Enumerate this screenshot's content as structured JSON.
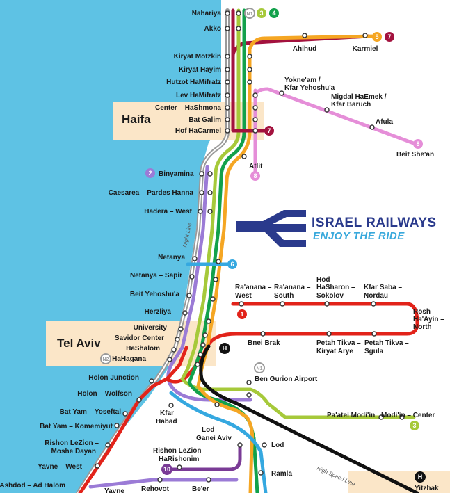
{
  "brand": {
    "title": "ISRAEL RAILWAYS",
    "tagline": "ENJOY THE RIDE"
  },
  "cities": {
    "haifa": "Haifa",
    "tel_aviv": "Tel Aviv"
  },
  "line_badges": {
    "n1": "N1",
    "l2": "2",
    "l3": "3",
    "l4": "4",
    "l5": "5",
    "l6": "6",
    "l7": "7",
    "l8": "8",
    "l1": "1",
    "n2": "N2",
    "l10": "10",
    "h": "H"
  },
  "colors": {
    "sea": "#5ec2e4",
    "line1": "#e2231a",
    "line2": "#9b7bd6",
    "line3": "#a6c93a",
    "line4": "#12a14b",
    "line5": "#f5a623",
    "line6": "#35a8e0",
    "line7": "#a3123e",
    "line8": "#e58ed8",
    "line10": "#7a3b96",
    "night": "#9a9a9a",
    "highspeed": "#111111",
    "city_box": "#fbe6c8",
    "brand_navy": "#2a3a8c",
    "brand_blue": "#39a9dc"
  },
  "stations": {
    "nahariya": "Nahariya",
    "akko": "Akko",
    "ahihud": "Ahihud",
    "karmiel": "Karmiel",
    "kiryat_motzkin": "Kiryat Motzkin",
    "kiryat_hayim": "Kiryat Hayim",
    "hutzot": "Hutzot HaMifratz",
    "lev": "Lev HaMifratz",
    "center_hashmona": "Center – HaShmona",
    "bat_galim": "Bat Galim",
    "hof_hacarmel": "Hof HaCarmel",
    "yokneam_1": "Yokne'am /",
    "yokneam_2": "Kfar Yehoshu'a",
    "migdal_1": "Migdal HaEmek /",
    "migdal_2": "Kfar Baruch",
    "afula": "Afula",
    "beit_shean": "Beit She'an",
    "atlit": "Atlit",
    "binyamina": "Binyamina",
    "caesarea": "Caesarea – Pardes Hanna",
    "hadera": "Hadera – West",
    "netanya": "Netanya",
    "netanya_sapir": "Netanya – Sapir",
    "beit_yehoshua": "Beit Yehoshu'a",
    "herzliya": "Herzliya",
    "university": "University",
    "savidor": "Savidor Center",
    "hashalom": "HaShalom",
    "hahagana": "HaHagana",
    "raanana_west_1": "Ra'anana –",
    "raanana_west_2": "West",
    "raanana_south_1": "Ra'anana –",
    "raanana_south_2": "South",
    "hod_1": "Hod",
    "hod_2": "HaSharon –",
    "hod_3": "Sokolov",
    "kfar_saba_1": "Kfar Saba –",
    "kfar_saba_2": "Nordau",
    "rosh_1": "Rosh",
    "rosh_2": "Ha'Ayin –",
    "rosh_3": "North",
    "bnei_brak": "Bnei Brak",
    "pt_kiryat_1": "Petah Tikva –",
    "pt_kiryat_2": "Kiryat Arye",
    "pt_sgula_1": "Petah Tikva –",
    "pt_sgula_2": "Sgula",
    "holon_junction": "Holon Junction",
    "holon_wolfson": "Holon – Wolfson",
    "bat_yam_yoseftal": "Bat Yam – Yoseftal",
    "bat_yam_komemiyut": "Bat Yam – Komemiyut",
    "rishon_moshe_1": "Rishon LeZion –",
    "rishon_moshe_2": "Moshe Dayan",
    "yavne_west": "Yavne – West",
    "ashdod": "Ashdod – Ad Halom",
    "kfar_habad_1": "Kfar",
    "kfar_habad_2": "Habad",
    "lod_ganei_1": "Lod –",
    "lod_ganei_2": "Ganei Aviv",
    "ben_gurion": "Ben Gurion Airport",
    "paatei_modiin": "Pa'atei Modi'in",
    "modiin_center": "Modi'in – Center",
    "lod": "Lod",
    "rishon_harishonim_1": "Rishon LeZion –",
    "rishon_harishonim_2": "HaRishonim",
    "ramla": "Ramla",
    "yavne": "Yavne",
    "rehovot": "Rehovot",
    "beer": "Be'er",
    "yitzhak": "Yitzhak"
  },
  "notes": {
    "night_line": "Night Line",
    "high_speed": "High Speed Line"
  }
}
